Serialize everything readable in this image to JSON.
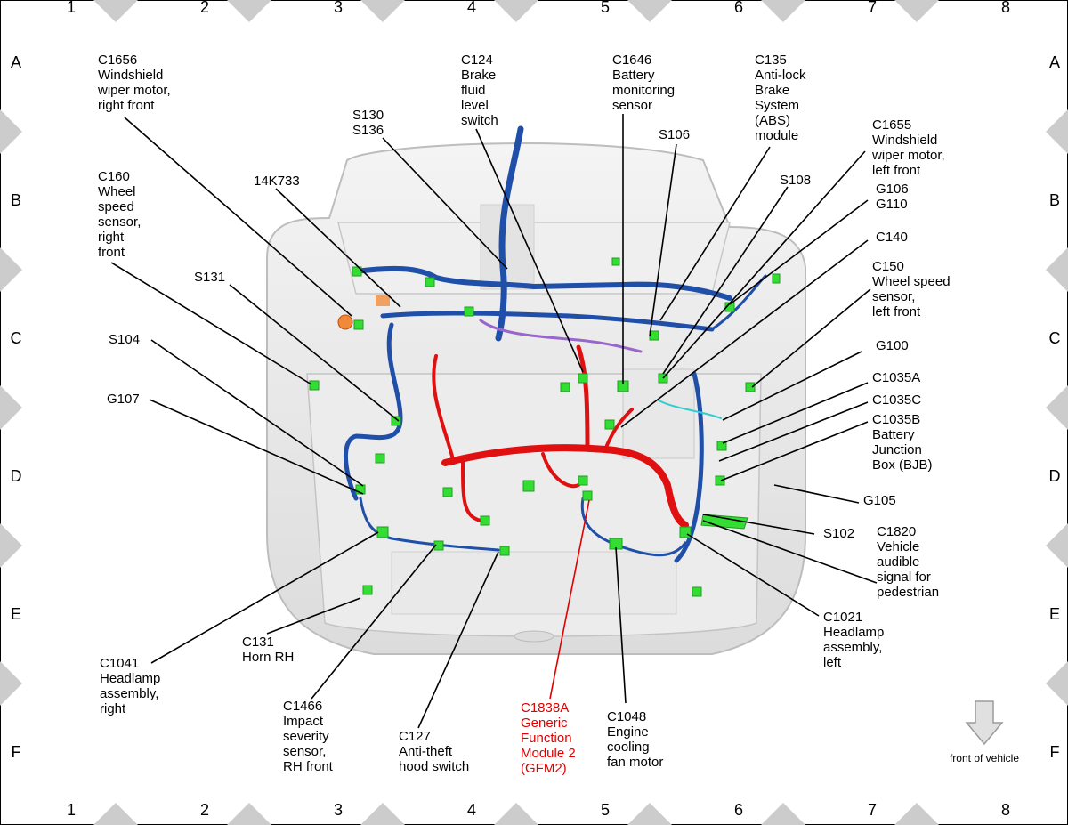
{
  "grid": {
    "columns": [
      "1",
      "2",
      "3",
      "4",
      "5",
      "6",
      "7",
      "8"
    ],
    "rows": [
      "A",
      "B",
      "C",
      "D",
      "E",
      "F"
    ]
  },
  "labels": [
    {
      "id": "c1656",
      "lines": [
        "C1656",
        "Windshield",
        "wiper motor,",
        "right front"
      ]
    },
    {
      "id": "c160",
      "lines": [
        "C160",
        "Wheel",
        "speed",
        "sensor,",
        "right",
        "front"
      ]
    },
    {
      "id": "k14k733",
      "lines": [
        "14K733"
      ]
    },
    {
      "id": "s131",
      "lines": [
        "S131"
      ]
    },
    {
      "id": "s104",
      "lines": [
        "S104"
      ]
    },
    {
      "id": "g107",
      "lines": [
        "G107"
      ]
    },
    {
      "id": "s130",
      "lines": [
        "S130",
        "S136"
      ]
    },
    {
      "id": "c124",
      "lines": [
        "C124",
        "Brake",
        "fluid",
        "level",
        "switch"
      ]
    },
    {
      "id": "c1646",
      "lines": [
        "C1646",
        "Battery",
        "monitoring",
        "sensor"
      ]
    },
    {
      "id": "s106",
      "lines": [
        "S106"
      ]
    },
    {
      "id": "c135",
      "lines": [
        "C135",
        "Anti-lock",
        "Brake",
        "System",
        "(ABS)",
        "module"
      ]
    },
    {
      "id": "s108",
      "lines": [
        "S108"
      ]
    },
    {
      "id": "c1655",
      "lines": [
        "C1655",
        "Windshield",
        "wiper motor,",
        "left front"
      ]
    },
    {
      "id": "g106",
      "lines": [
        "G106",
        "G110"
      ]
    },
    {
      "id": "c140",
      "lines": [
        "C140"
      ]
    },
    {
      "id": "c150",
      "lines": [
        "C150",
        "Wheel speed",
        "sensor,",
        "left front"
      ]
    },
    {
      "id": "g100",
      "lines": [
        "G100"
      ]
    },
    {
      "id": "c1035a",
      "lines": [
        "C1035A"
      ]
    },
    {
      "id": "c1035c",
      "lines": [
        "C1035C"
      ]
    },
    {
      "id": "c1035b",
      "lines": [
        "C1035B",
        "Battery",
        "Junction",
        "Box (BJB)"
      ]
    },
    {
      "id": "g105",
      "lines": [
        "G105"
      ]
    },
    {
      "id": "s102",
      "lines": [
        "S102"
      ]
    },
    {
      "id": "c1820",
      "lines": [
        "C1820",
        "Vehicle",
        "audible",
        "signal for",
        "pedestrian"
      ]
    },
    {
      "id": "c1021",
      "lines": [
        "C1021",
        "Headlamp",
        "assembly,",
        "left"
      ]
    },
    {
      "id": "c1041",
      "lines": [
        "C1041",
        "Headlamp",
        "assembly,",
        "right"
      ]
    },
    {
      "id": "c131",
      "lines": [
        "C131",
        "Horn RH"
      ]
    },
    {
      "id": "c1466",
      "lines": [
        "C1466",
        "Impact",
        "severity",
        "sensor,",
        "RH front"
      ]
    },
    {
      "id": "c127",
      "lines": [
        "C127",
        "Anti-theft",
        "hood switch"
      ]
    },
    {
      "id": "c1838a",
      "lines": [
        "C1838A",
        "Generic",
        "Function",
        "Module 2",
        "(GFM2)"
      ]
    },
    {
      "id": "c1048",
      "lines": [
        "C1048",
        "Engine",
        "cooling",
        "fan motor"
      ]
    }
  ],
  "front_label": "front of vehicle",
  "colors": {
    "harness_blue": "#1f4fa8",
    "harness_red": "#e01010",
    "connector_green": "#33dd33",
    "highlight_label": "#e00000",
    "body_gray": "#e6e6e6"
  },
  "icons": {
    "front_arrow": "arrow-down-icon"
  }
}
